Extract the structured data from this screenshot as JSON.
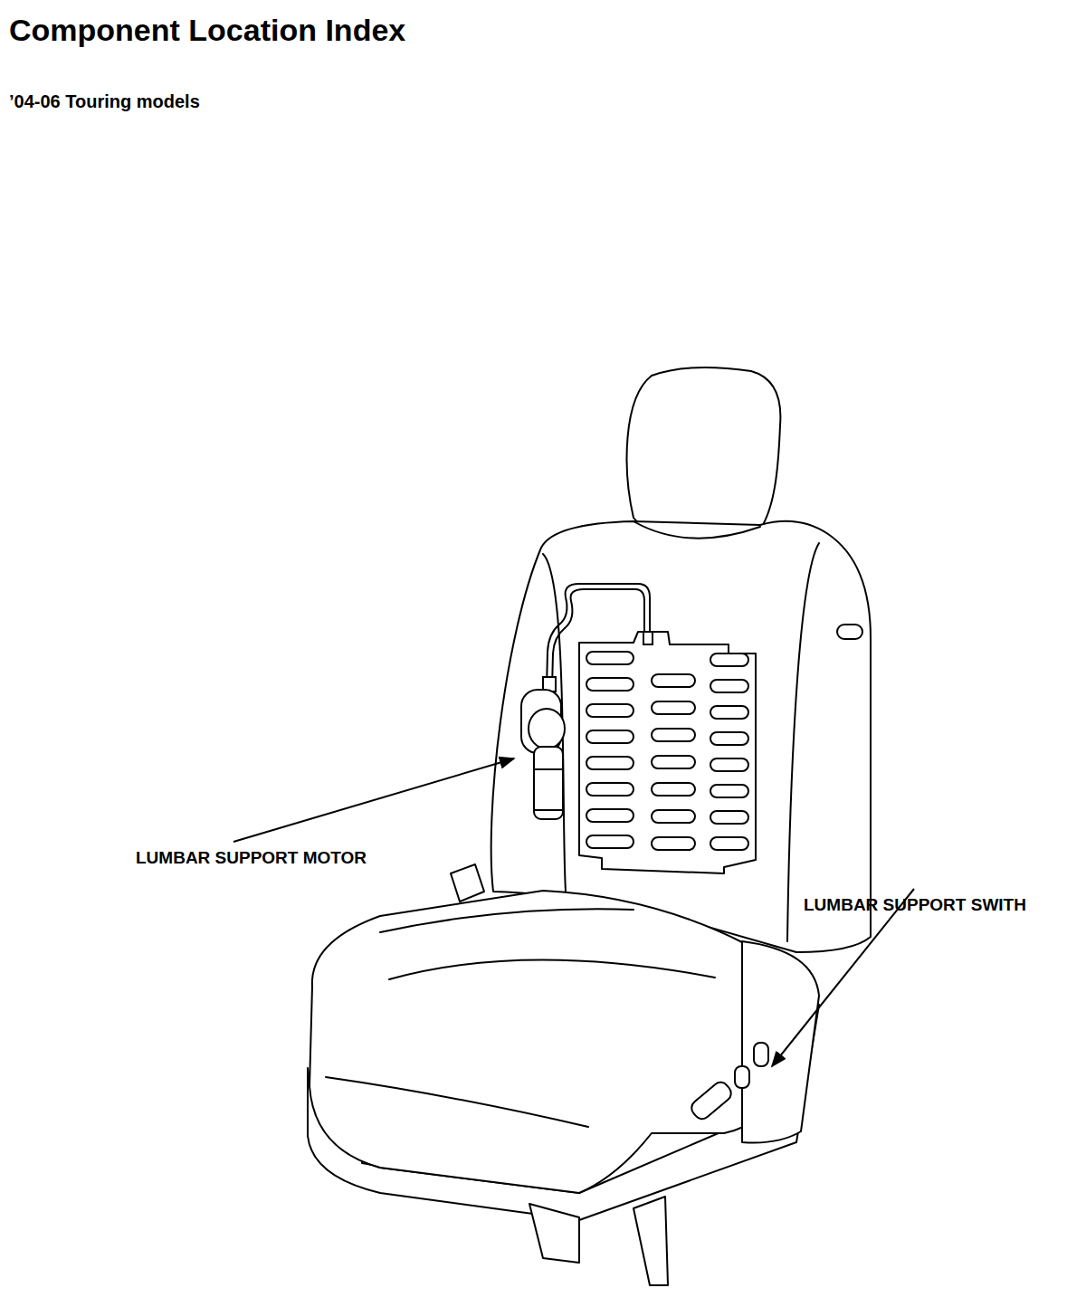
{
  "diagram": {
    "title": "Component Location Index",
    "labels": [
      "’04-06 Touring models",
      "LUMBAR SUPPORT MOTOR",
      "LUMBAR SUPPORT SWITH"
    ]
  }
}
